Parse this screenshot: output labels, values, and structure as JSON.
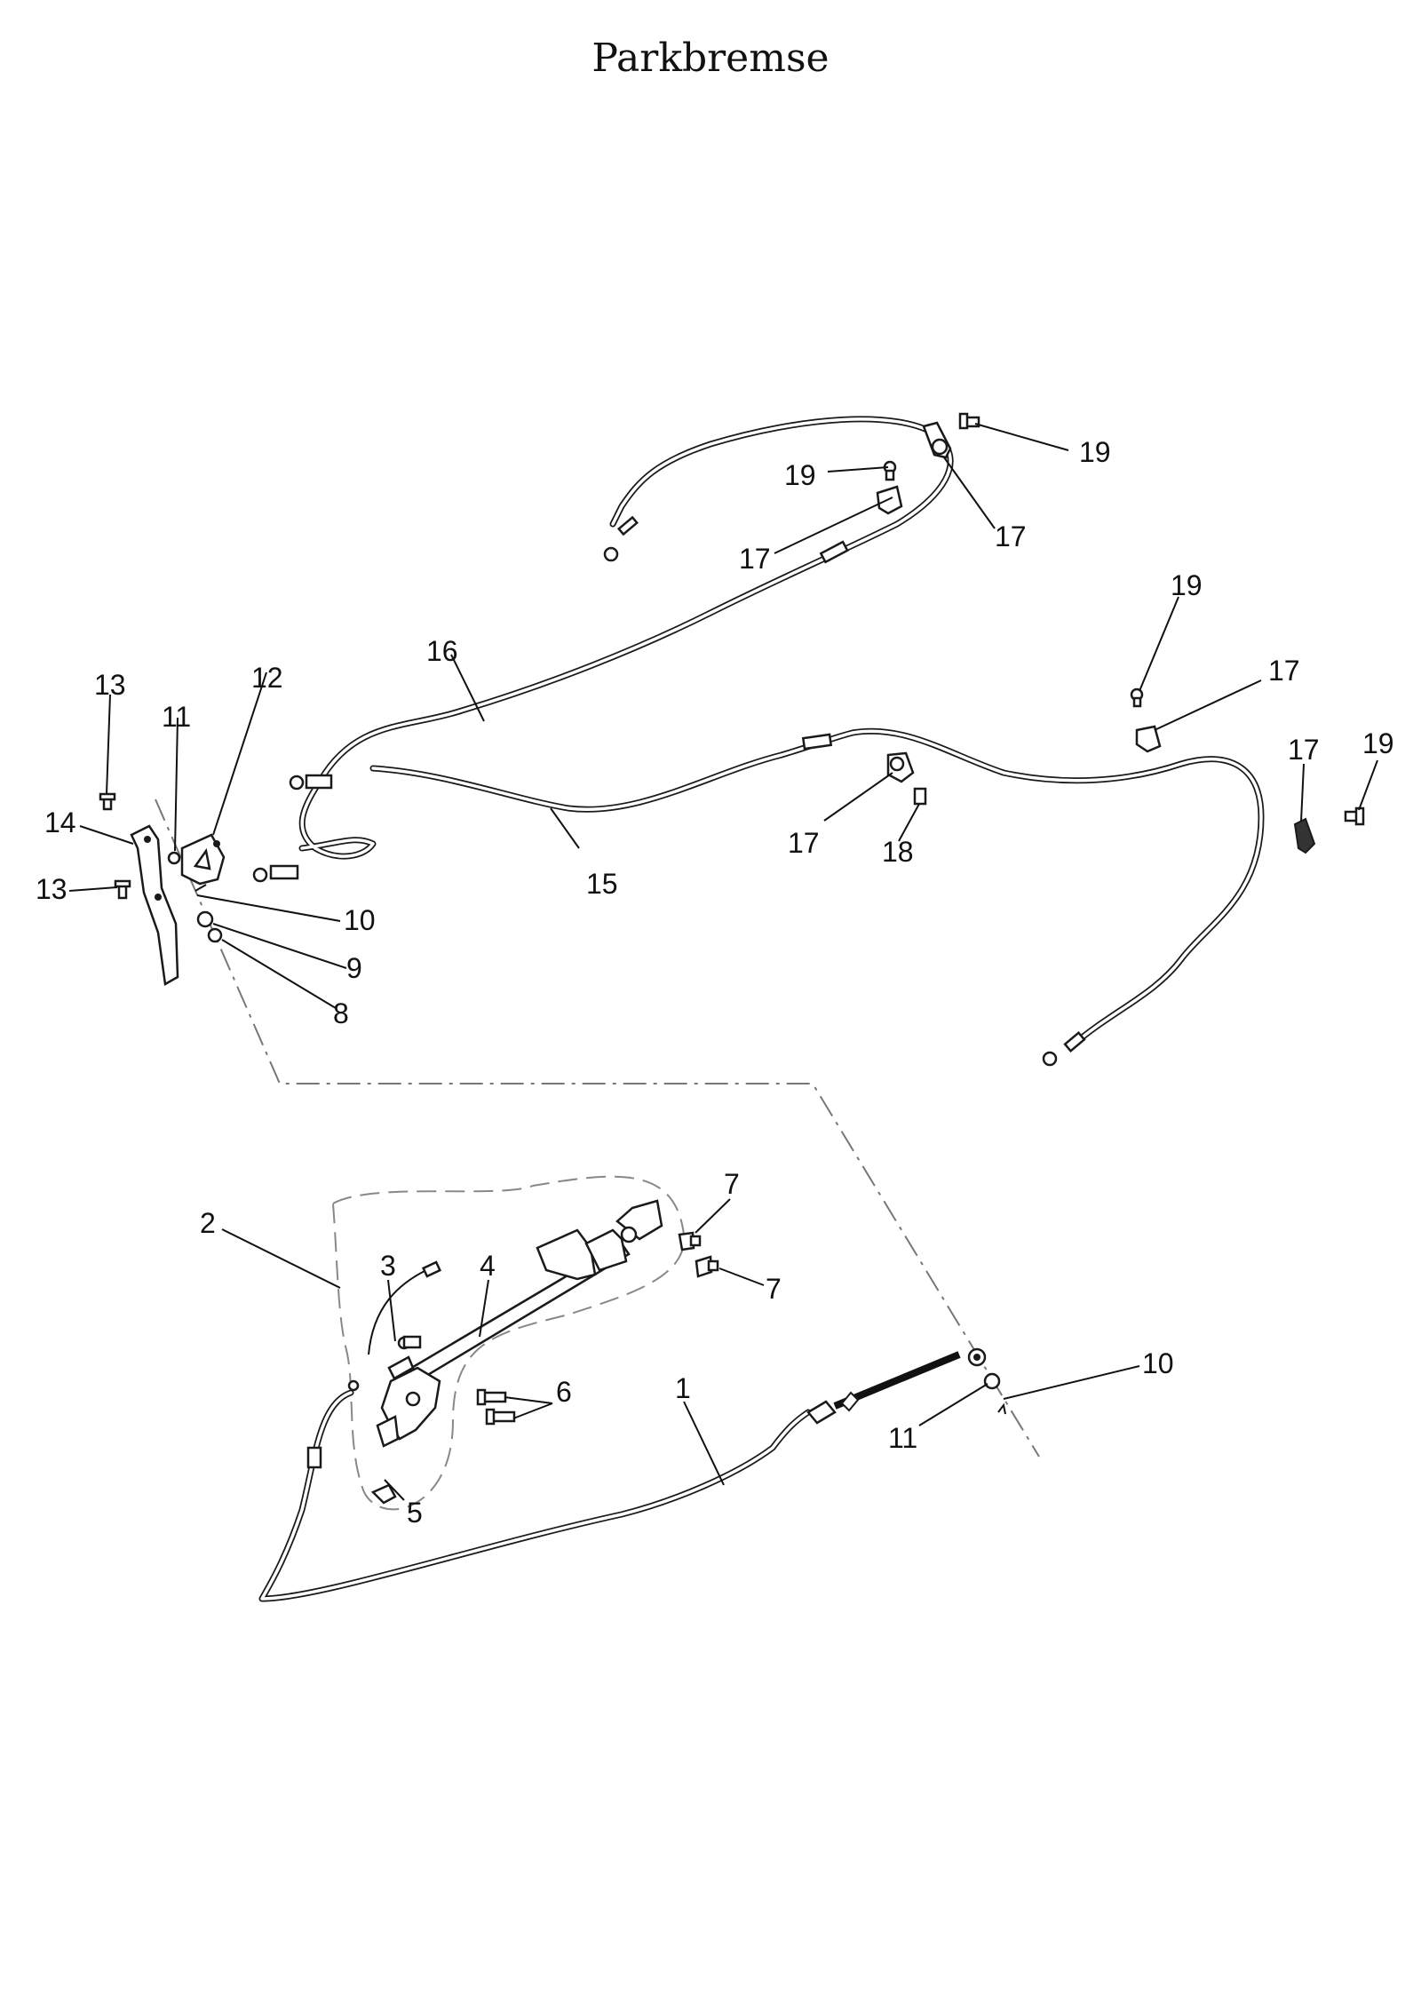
{
  "title": "Parkbremse",
  "callouts": [
    {
      "id": "c19a",
      "label": "19"
    },
    {
      "id": "c19b",
      "label": "19"
    },
    {
      "id": "c17a",
      "label": "17"
    },
    {
      "id": "c17b",
      "label": "17"
    },
    {
      "id": "c19c",
      "label": "19"
    },
    {
      "id": "c17c",
      "label": "17"
    },
    {
      "id": "c16",
      "label": "16"
    },
    {
      "id": "c13a",
      "label": "13"
    },
    {
      "id": "c12",
      "label": "12"
    },
    {
      "id": "c11a",
      "label": "11"
    },
    {
      "id": "c17d",
      "label": "17"
    },
    {
      "id": "c19d",
      "label": "19"
    },
    {
      "id": "c14",
      "label": "14"
    },
    {
      "id": "c17e",
      "label": "17"
    },
    {
      "id": "c18",
      "label": "18"
    },
    {
      "id": "c15",
      "label": "15"
    },
    {
      "id": "c13b",
      "label": "13"
    },
    {
      "id": "c10a",
      "label": "10"
    },
    {
      "id": "c9",
      "label": "9"
    },
    {
      "id": "c8",
      "label": "8"
    },
    {
      "id": "c7a",
      "label": "7"
    },
    {
      "id": "c2",
      "label": "2"
    },
    {
      "id": "c7b",
      "label": "7"
    },
    {
      "id": "c3",
      "label": "3"
    },
    {
      "id": "c4",
      "label": "4"
    },
    {
      "id": "c10b",
      "label": "10"
    },
    {
      "id": "c6",
      "label": "6"
    },
    {
      "id": "c1",
      "label": "1"
    },
    {
      "id": "c11b",
      "label": "11"
    },
    {
      "id": "c5",
      "label": "5"
    }
  ]
}
